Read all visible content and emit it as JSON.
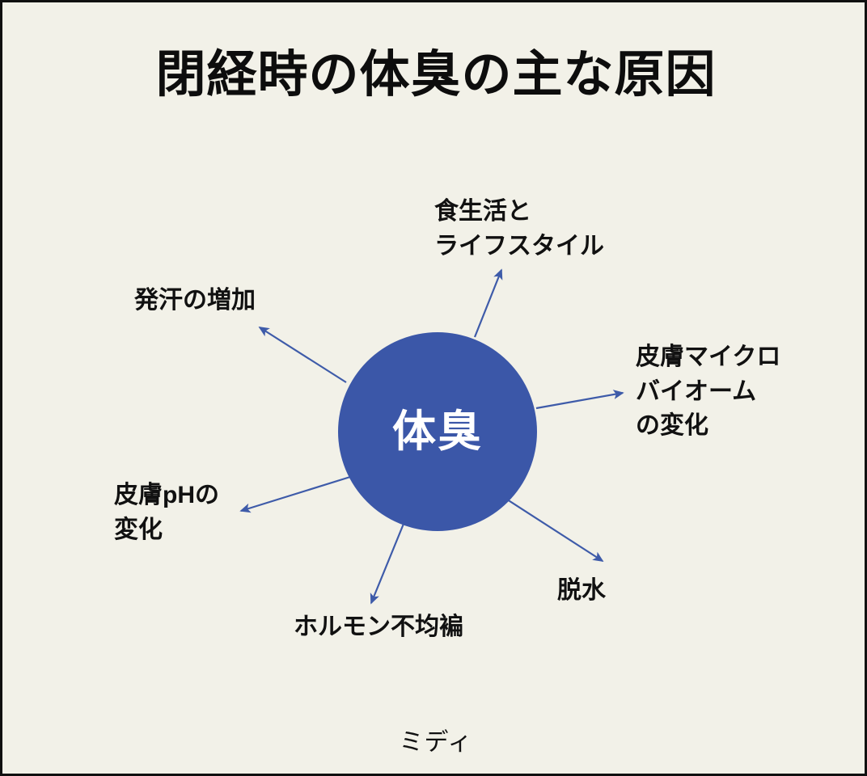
{
  "slide": {
    "title": "閉経時の体臭の主な原因",
    "background_color": "#f2f1e8",
    "border_color": "#101010",
    "caption": "ミディ"
  },
  "hub": {
    "label": "体臭",
    "fill_color": "#3b57a8",
    "text_color": "#ffffff"
  },
  "arrows": {
    "color": "#3e5ba9",
    "stroke_width": 2
  },
  "nodes": [
    {
      "id": "diet-lifestyle",
      "label": "食生活と\nライフスタイル",
      "position": "top"
    },
    {
      "id": "increased-sweating",
      "label": "発汗の増加",
      "position": "upper-left"
    },
    {
      "id": "skin-microbiome-change",
      "label": "皮膚マイクロ\nバイオーム\nの変化",
      "position": "right"
    },
    {
      "id": "skin-ph-change",
      "label": "皮膚pHの\n変化",
      "position": "lower-left"
    },
    {
      "id": "hormone-imbalance",
      "label": "ホルモン不均褊",
      "position": "bottom"
    },
    {
      "id": "dehydration",
      "label": "脱水",
      "position": "lower-right"
    }
  ]
}
